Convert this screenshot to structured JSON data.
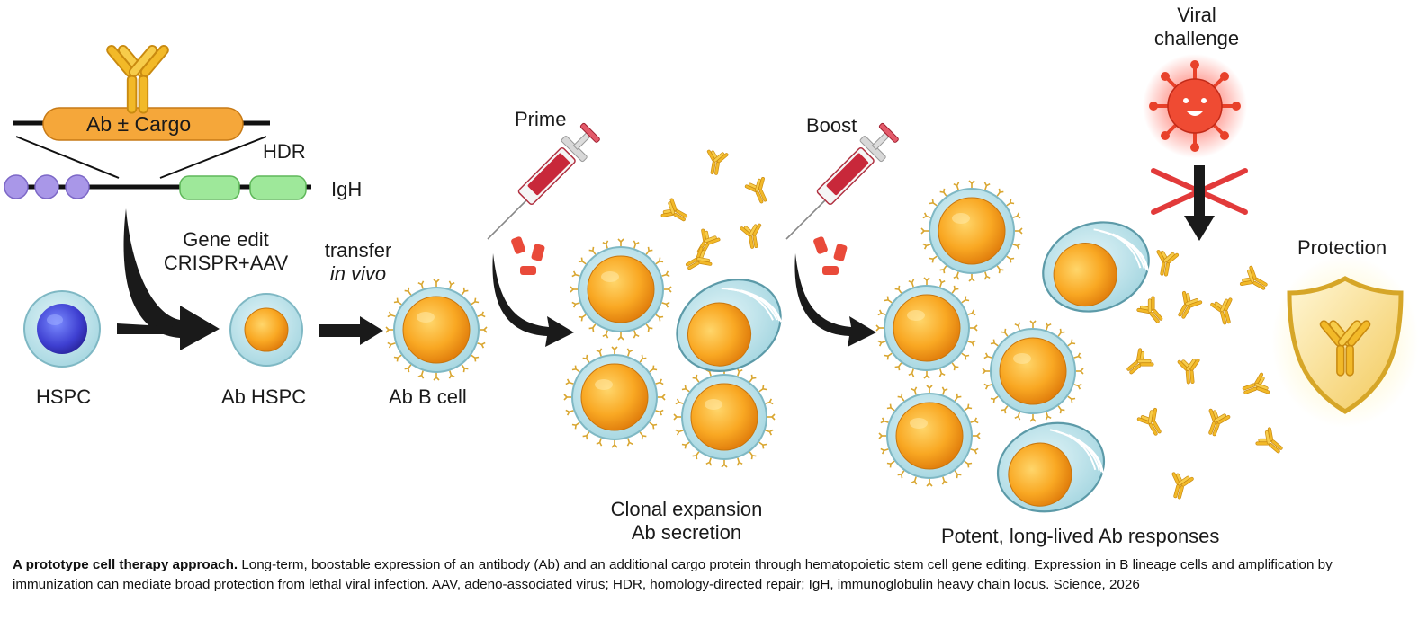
{
  "labels": {
    "ab_cargo": "Ab ± Cargo",
    "hdr": "HDR",
    "igh": "IgH",
    "gene_edit_line1": "Gene edit",
    "gene_edit_line2": "CRISPR+AAV",
    "transfer_line1": "transfer",
    "transfer_line2": "in vivo",
    "hspc": "HSPC",
    "ab_hspc": "Ab HSPC",
    "ab_b_cell": "Ab B cell",
    "prime": "Prime",
    "boost": "Boost",
    "viral_line1": "Viral",
    "viral_line2": "challenge",
    "protection": "Protection",
    "clonal_line1": "Clonal expansion",
    "clonal_line2": "Ab secretion",
    "potent": "Potent, long-lived Ab responses"
  },
  "caption": {
    "title": "A prototype cell therapy approach.",
    "body": " Long-term, boostable expression of an antibody (Ab) and an additional cargo protein through hematopoietic stem cell gene editing. Expression in B lineage cells and amplification by immunization can mediate broad protection from lethal viral infection. AAV, adeno-associated virus; HDR, homology-directed repair; IgH, immunoglobulin heavy chain locus. Science, 2026"
  },
  "colors": {
    "antibody": "#f2b928",
    "cargo_bar": "#f5a73a",
    "cell_outer": "#bfe3ea",
    "nucleus": "#f9a823",
    "hspc_nucleus": "#4b57d6",
    "exon_purple": "#a997e8",
    "exon_green": "#9ee89a",
    "virus": "#e8412a",
    "cross": "#e23a3a",
    "syringe": "#c8283a"
  }
}
